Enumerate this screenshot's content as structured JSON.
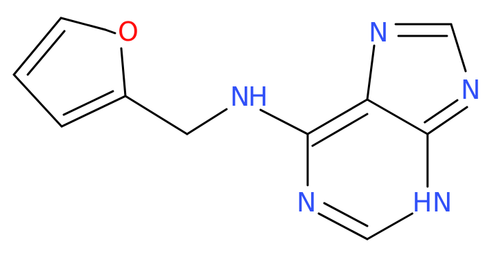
{
  "colors": {
    "bond": "#000000",
    "nitrogen": "#3050F8",
    "oxygen": "#FF0D0D",
    "background": "#FFFFFF"
  },
  "atoms": {
    "furan_o": {
      "symbol": "O",
      "element": "oxygen"
    },
    "amine_n": {
      "symbol": "N",
      "h": "H",
      "element": "nitrogen"
    },
    "imidazole_n7": {
      "symbol": "N",
      "element": "nitrogen"
    },
    "imidazole_n9": {
      "symbol": "N",
      "element": "nitrogen"
    },
    "pyrimidine_n1": {
      "symbol": "N",
      "element": "nitrogen"
    },
    "pyrimidine_n3": {
      "symbol": "N",
      "h": "H",
      "element": "nitrogen"
    }
  }
}
